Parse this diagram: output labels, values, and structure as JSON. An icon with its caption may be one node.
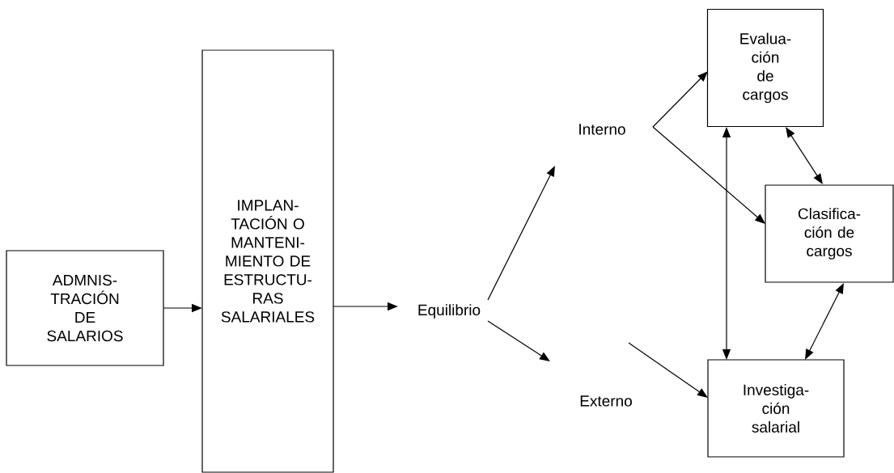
{
  "diagram": {
    "nodes": [
      {
        "text": [
          "ADMNIS- TRACIÓN DE SALARIOS"
        ]
      },
      {
        "text": [
          "IMPLAN- TACIÓN O MANTENI- MIENTO DE ESTRUCTU- RAS SALARIALES"
        ]
      },
      {
        "text": [
          "Equilibrio"
        ]
      },
      {
        "text": [
          "Interno"
        ]
      },
      {
        "text": [
          "Externo"
        ]
      },
      {
        "text": [
          "Evalua- ción de cargos"
        ]
      },
      {
        "text": [
          "Clasifica- ción de cargos"
        ]
      },
      {
        "text": [
          "Investiga- ción salarial"
        ]
      }
    ],
    "edges": [
      {
        "from": 0,
        "to": 1,
        "arrow": "to"
      },
      {
        "from": 1,
        "to": 2,
        "arrow": "to"
      },
      {
        "from": 2,
        "to": 3,
        "arrow": "to"
      },
      {
        "from": 2,
        "to": 4,
        "arrow": "to"
      },
      {
        "from": 3,
        "to": 5,
        "arrow": "to"
      },
      {
        "from": 3,
        "to": 6,
        "arrow": "to"
      },
      {
        "from": 4,
        "to": 7,
        "arrow": "to"
      },
      {
        "from": 5,
        "to": 7,
        "arrow": "both"
      },
      {
        "from": 5,
        "to": 6,
        "arrow": "both"
      },
      {
        "from": 6,
        "to": 7,
        "arrow": "both"
      }
    ]
  }
}
